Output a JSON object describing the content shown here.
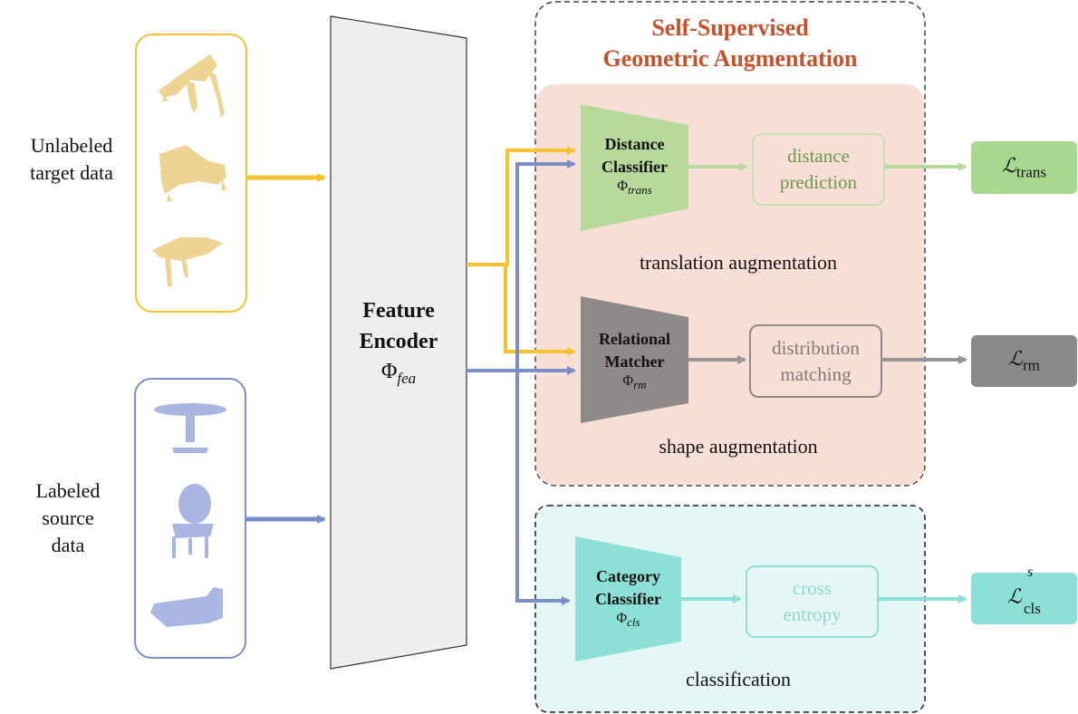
{
  "inputs": {
    "target_label": "Unlabeled target data",
    "source_label": "Labeled source data"
  },
  "encoder": {
    "title_line1": "Feature",
    "title_line2": "Encoder",
    "symbol": "Φ",
    "subscript": "fea"
  },
  "ssga": {
    "title_line1": "Self-Supervised",
    "title_line2": "Geometric Augmentation",
    "translation_label": "translation augmentation",
    "shape_label": "shape augmentation"
  },
  "distance_classifier": {
    "line1": "Distance",
    "line2": "Classifier",
    "symbol": "Φ",
    "subscript": "trans"
  },
  "relational_matcher": {
    "line1": "Relational",
    "line2": "Matcher",
    "symbol": "Φ",
    "subscript": "rm"
  },
  "category_classifier": {
    "line1": "Category",
    "line2": "Classifier",
    "symbol": "Φ",
    "subscript": "cls"
  },
  "distance_prediction": {
    "line1": "distance",
    "line2": "prediction"
  },
  "distribution_matching": {
    "line1": "distribution",
    "line2": "matching"
  },
  "cross_entropy": {
    "line1": "cross",
    "line2": "entropy"
  },
  "classification_label": "classification",
  "losses": {
    "trans": {
      "symbol": "ℒ",
      "subscript": "trans"
    },
    "rm": {
      "symbol": "ℒ",
      "subscript": "rm"
    },
    "cls": {
      "symbol": "ℒ",
      "subscript": "cls",
      "superscript": "s"
    }
  },
  "colors": {
    "target": "#f5c232",
    "source": "#7b8ec8",
    "ssga_title": "#c8502a",
    "ssga_fill": "#f8dfd6",
    "cls_fill": "#e5f7f5",
    "distance_green": "#b7d99b",
    "loss_green": "#a9d98f",
    "gray_module": "#8e8a8a",
    "loss_gray": "#8a8a8a",
    "teal": "#8de0d6"
  },
  "icons": [
    "chair-pointcloud-icon",
    "table-pointcloud-icon",
    "bed-pointcloud-icon"
  ]
}
